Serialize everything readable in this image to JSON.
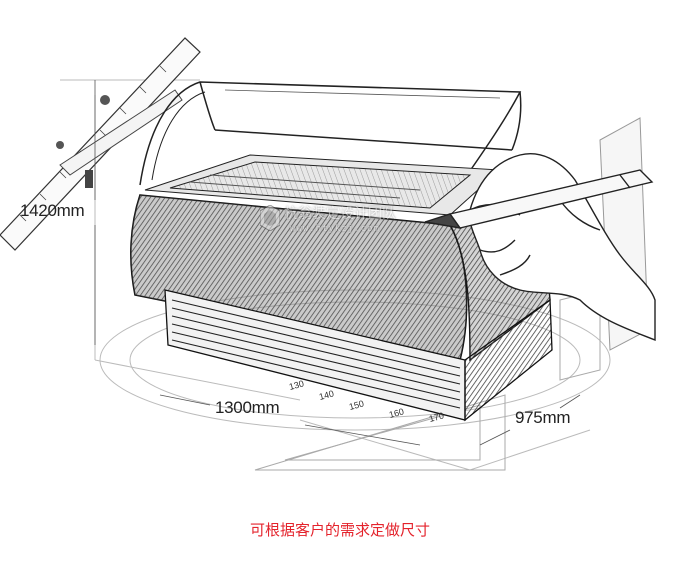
{
  "dimensions": {
    "height": "1420mm",
    "width": "1300mm",
    "depth": "975mm"
  },
  "caption": "可根据客户的需求定做尺寸",
  "watermark": {
    "name": "杭翁装定设计团队",
    "url": "www.htykzj.com"
  },
  "ruler_marks": [
    "130",
    "140",
    "150",
    "160",
    "170"
  ],
  "colors": {
    "caption": "#e4232c",
    "ink": "#222222"
  }
}
